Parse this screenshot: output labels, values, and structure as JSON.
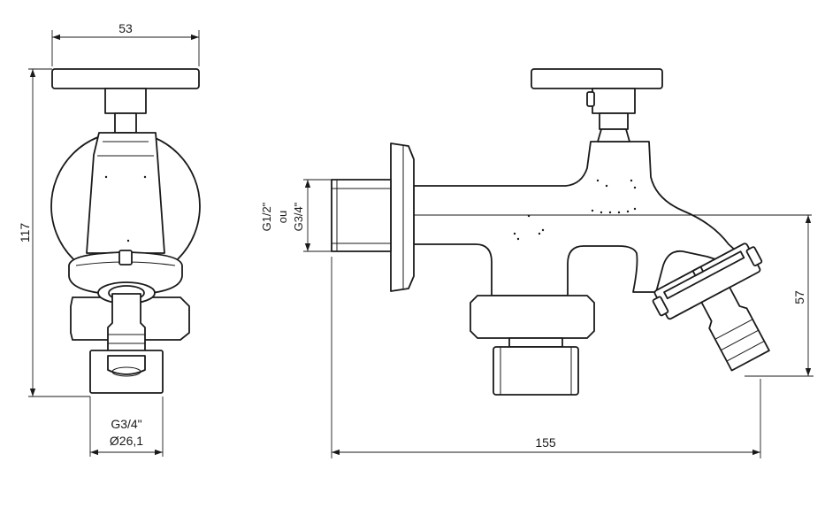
{
  "dimensions": {
    "front_width": "53",
    "front_height": "117",
    "outlet_thread": "G3/4\"",
    "outlet_diameter": "Ø26,1",
    "inlet_thread_line1": "G1/2\"",
    "inlet_thread_line2": "ou",
    "inlet_thread_line3": "G3/4\"",
    "side_length": "155",
    "hose_height": "57"
  },
  "colors": {
    "line": "#1a1a1a",
    "background": "#ffffff"
  }
}
